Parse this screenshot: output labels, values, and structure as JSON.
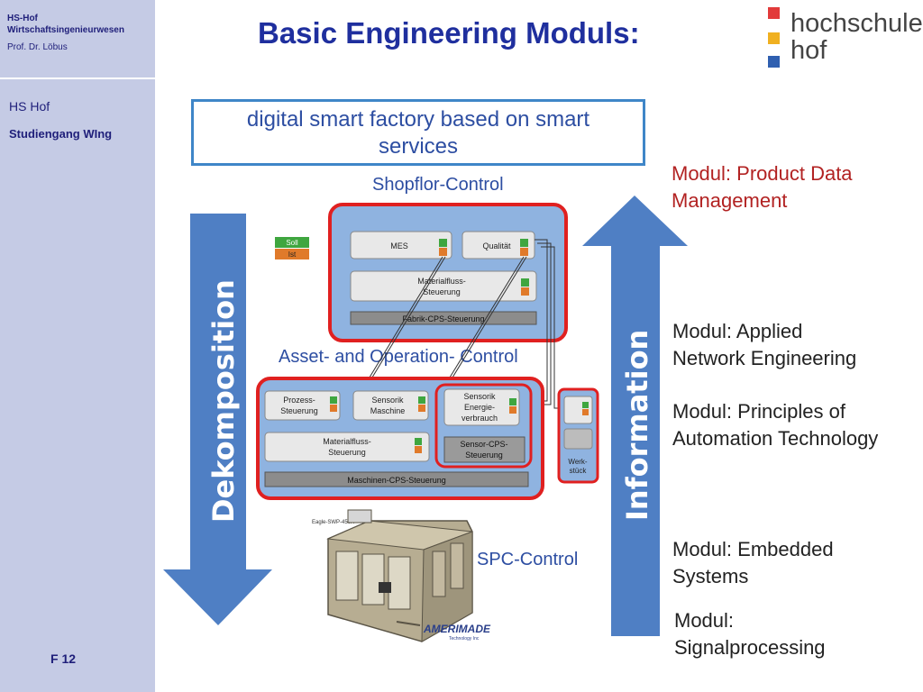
{
  "sidebar": {
    "org_line1": "HS-Hof",
    "org_line2": "Wirtschaftsingenieurwesen",
    "prof": "Prof. Dr. Löbus",
    "hs": "HS Hof",
    "studiengang": "Studiengang WIng",
    "page": "F 12"
  },
  "title": "Basic Engineering Moduls:",
  "logo": {
    "line1": "hochschule",
    "line2": "hof",
    "colors": [
      "#e23a3a",
      "#f0b020",
      "#2f5fb0"
    ]
  },
  "factory_box": {
    "line1": "digital smart  factory  based on smart",
    "line2": "services"
  },
  "labels": {
    "shopfloor": "Shopflor-Control",
    "asset": "Asset- and Operation- Control",
    "spc": "SPC-Control"
  },
  "arrows": {
    "left": "Dekomposition",
    "right": "Information"
  },
  "diagram": {
    "legend_soll": "Soll",
    "legend_ist": "Ist",
    "mes": "MES",
    "qualitaet": "Qualität",
    "materialfluss_top_1": "Materialfluss-",
    "materialfluss_top_2": "Steuerung",
    "fabrik_cps": "Fabrik-CPS-Steuerung",
    "prozess_1": "Prozess-",
    "prozess_2": "Steuerung",
    "sensorik_maschine_1": "Sensorik",
    "sensorik_maschine_2": "Maschine",
    "sensorik_energie_1": "Sensorik",
    "sensorik_energie_2": "Energie-",
    "sensorik_energie_3": "verbrauch",
    "materialfluss_bot_1": "Materialfluss-",
    "materialfluss_bot_2": "Steuerung",
    "sensor_cps_1": "Sensor-CPS-",
    "sensor_cps_2": "Steuerung",
    "maschinen_cps": "Maschinen-CPS-Steuerung",
    "werkstueck_1": "Werk-",
    "werkstueck_2": "stück",
    "machine_caption": "Eagle-SWP-450A",
    "brand": "AMERIMADE",
    "brand_sub": "Technology Inc"
  },
  "moduls": [
    {
      "line1": "Modul: Product Data",
      "line2": "Management"
    },
    {
      "line1": "Modul: Applied",
      "line2": "Network Engineering"
    },
    {
      "line1": "Modul: Principles of",
      "line2": "Automation Technology"
    },
    {
      "line1": "Modul: Embedded",
      "line2": "Systems"
    },
    {
      "line1": "Modul:",
      "line2": "Signalprocessing"
    }
  ],
  "colors": {
    "sidebar_bg": "#c5cbe5",
    "title_blue": "#1f2f9e",
    "label_blue": "#2d4ea2",
    "modul_red": "#b22222",
    "arrow_fill": "#4f7fc4",
    "panel_red": "#e02020",
    "panel_blue": "#8fb3e0"
  }
}
